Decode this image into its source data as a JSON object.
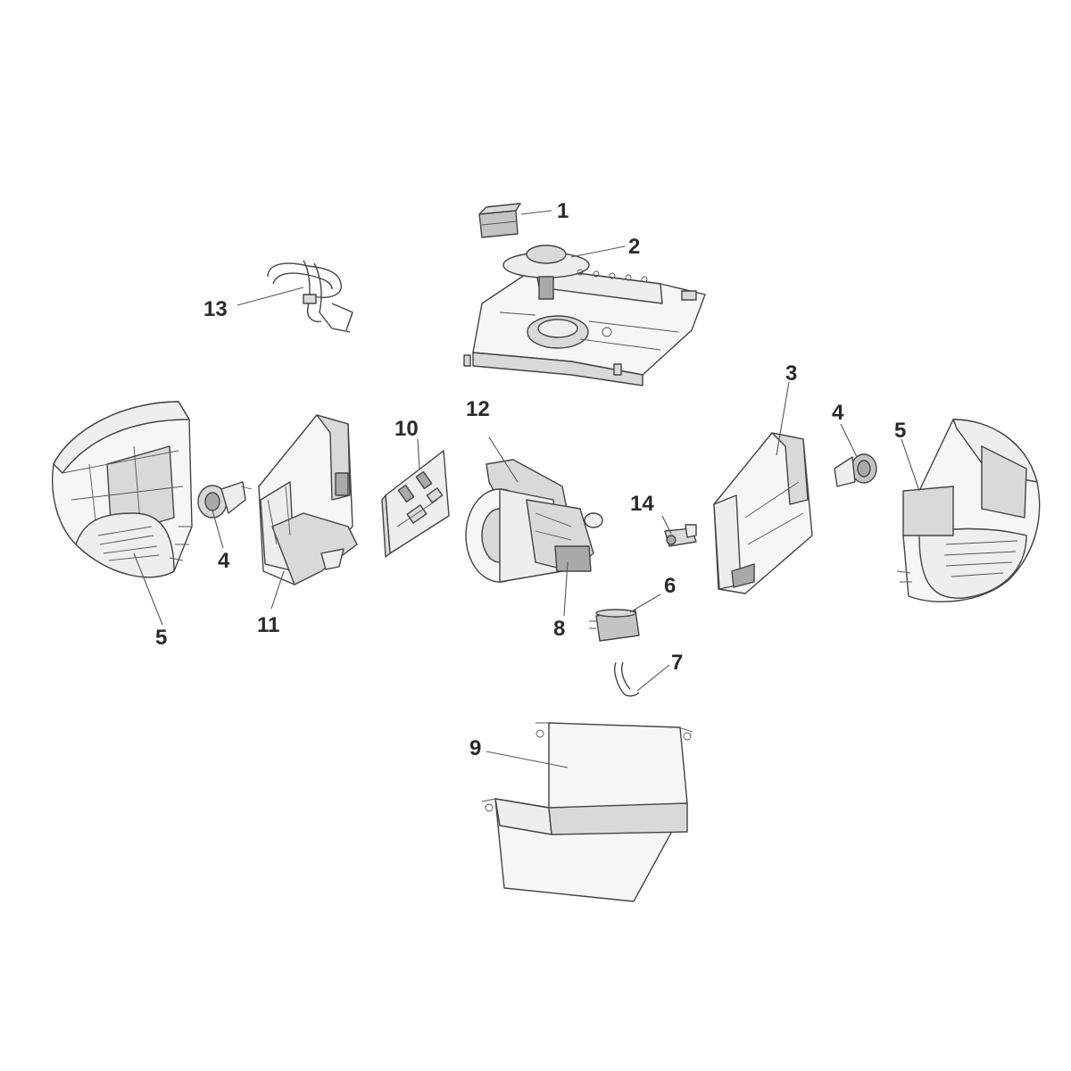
{
  "callouts": [
    {
      "id": "c1",
      "label": "1"
    },
    {
      "id": "c2",
      "label": "2"
    },
    {
      "id": "c3",
      "label": "3"
    },
    {
      "id": "c4a",
      "label": "4"
    },
    {
      "id": "c4b",
      "label": "4"
    },
    {
      "id": "c5a",
      "label": "5"
    },
    {
      "id": "c5b",
      "label": "5"
    },
    {
      "id": "c6",
      "label": "6"
    },
    {
      "id": "c7",
      "label": "7"
    },
    {
      "id": "c8",
      "label": "8"
    },
    {
      "id": "c9",
      "label": "9"
    },
    {
      "id": "c10",
      "label": "10"
    },
    {
      "id": "c11",
      "label": "11"
    },
    {
      "id": "c12",
      "label": "12"
    },
    {
      "id": "c13",
      "label": "13"
    },
    {
      "id": "c14",
      "label": "14"
    }
  ],
  "colors": {
    "outline": "#444444",
    "callout_text": "#2a2a2a",
    "part_fill_light": "#eeeeee",
    "part_fill_mid": "#d9d9d9",
    "part_fill_dark": "#a9a9a9"
  }
}
